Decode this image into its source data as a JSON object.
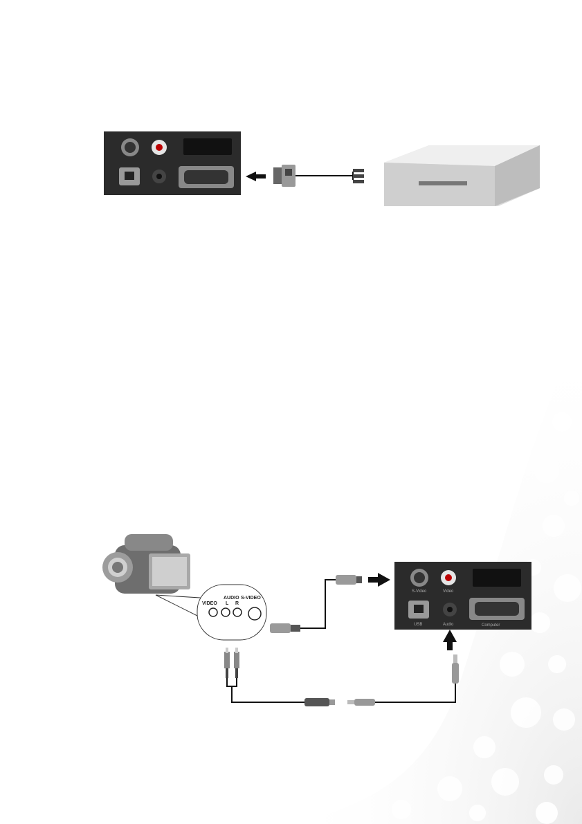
{
  "figures": {
    "top": {
      "source_device": "dvd-player",
      "connector": "component-to-vga-adapter",
      "arrow_direction": "left"
    },
    "bottom": {
      "source_device": "camcorder",
      "camcorder_port_labels": {
        "video": "VIDEO",
        "audio": "AUDIO",
        "left": "L",
        "right": "R",
        "svideo": "S-VIDEO"
      },
      "panel_port_labels": {
        "svideo": "S-Video",
        "video": "Video",
        "usb": "USB",
        "audio": "Audio",
        "computer": "Computer"
      }
    }
  },
  "colors": {
    "panel": "#2b2b2b",
    "port": "#9a9a9a",
    "cable": "#111111",
    "device": "#d7d7d7",
    "decoration": "#e6e6e6"
  }
}
